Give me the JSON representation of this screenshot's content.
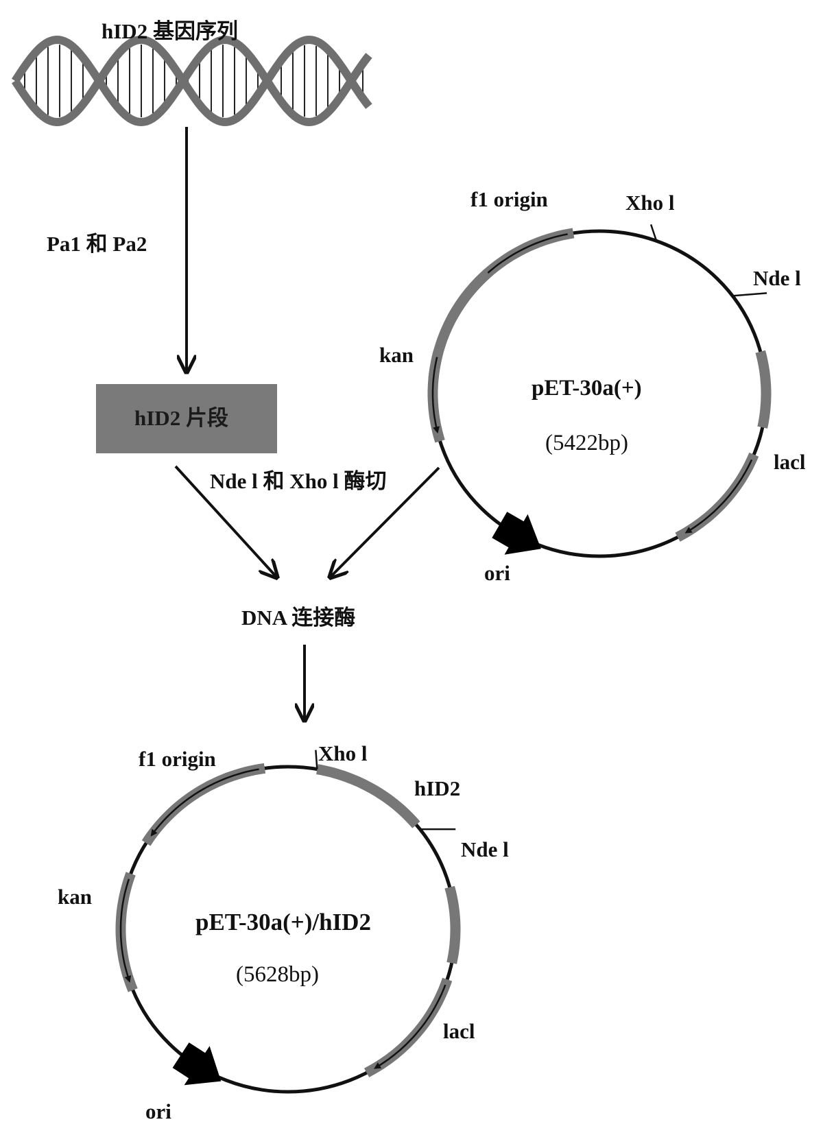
{
  "title": "hID2 基因序列",
  "primers": "Pa1 和 Pa2",
  "fragment": "hID2 片段",
  "digest": "Nde l 和 Xho l 酶切",
  "ligase": "DNA 连接酶",
  "vector": {
    "name": "pET-30a(+)",
    "size": "(5422bp)",
    "f1": "f1 origin",
    "xho": "Xho l",
    "nde": "Nde l",
    "kan": "kan",
    "lacl": "lacl",
    "ori": "ori"
  },
  "recombinant": {
    "name": "pET-30a(+)/hID2",
    "size": "(5628bp)",
    "f1": "f1 origin",
    "xho": "Xho l",
    "insert": "hID2",
    "nde": "Nde l",
    "kan": "kan",
    "lacl": "lacl",
    "ori": "ori"
  },
  "colors": {
    "line": "#111111",
    "feature": "#777777",
    "box": "#7a7a7a",
    "dna": "#6f6f6f"
  }
}
